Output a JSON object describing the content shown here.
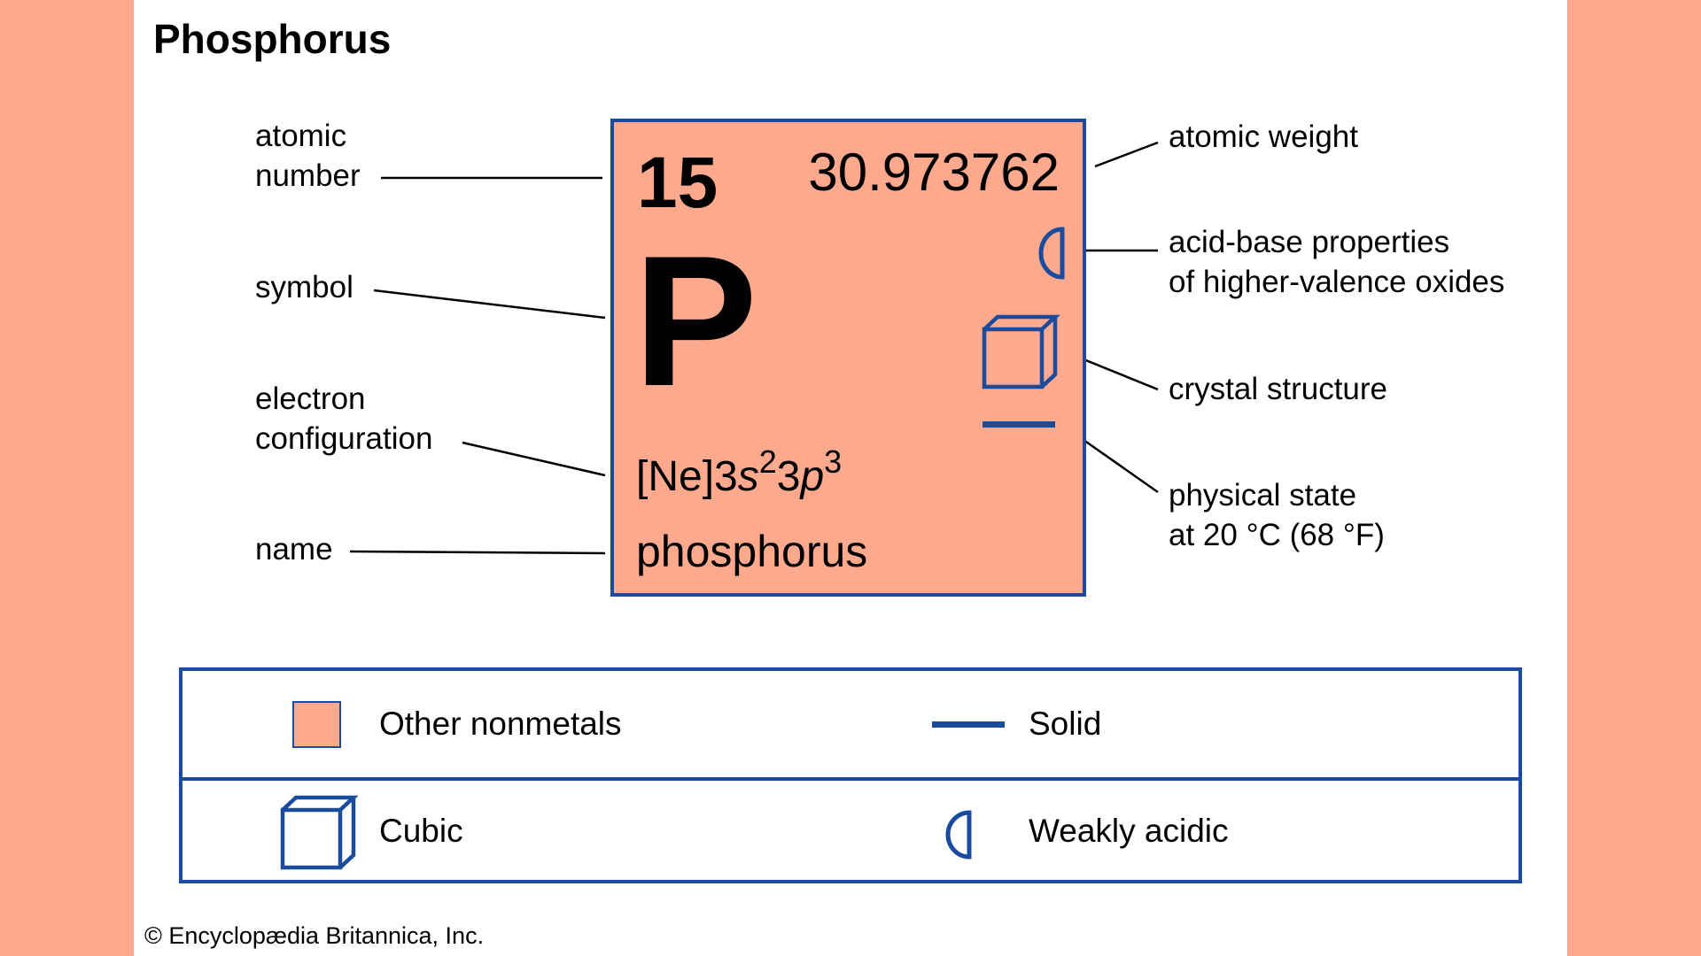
{
  "title": "Phosphorus",
  "element": {
    "atomic_number": "15",
    "atomic_weight": "30.973762",
    "symbol": "P",
    "config_core": "[Ne]3",
    "config_s_orbital": "s",
    "config_s_count": "2",
    "config_shell2": "3",
    "config_p_orbital": "p",
    "config_p_count": "3",
    "name": "phosphorus",
    "acid_base_icon": "half-circle-icon",
    "crystal_icon": "cube-icon",
    "state_icon": "solid-bar-icon"
  },
  "labels": {
    "atomic_number_1": "atomic",
    "atomic_number_2": "number",
    "symbol": "symbol",
    "electron_config_1": "electron",
    "electron_config_2": "configuration",
    "name": "name",
    "atomic_weight": "atomic weight",
    "acid_base_1": "acid-base properties",
    "acid_base_2": "of higher-valence oxides",
    "crystal_structure": "crystal structure",
    "physical_state_1": "physical state",
    "physical_state_2": "at 20 °C (68 °F)"
  },
  "legend": {
    "category": "Other nonmetals",
    "state": "Solid",
    "crystal": "Cubic",
    "acidity": "Weakly acidic"
  },
  "copyright": "© Encyclopædia Britannica, Inc.",
  "colors": {
    "nonmetal_fill": "#fda98e",
    "line_blue": "#1a4b9c"
  }
}
